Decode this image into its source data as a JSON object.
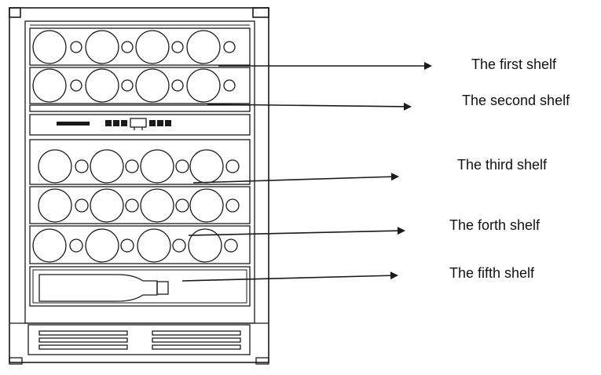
{
  "labels": {
    "first": "The first shelf",
    "second": "The second shelf",
    "third": "The third shelf",
    "fourth": "The forth shelf",
    "fifth": "The fifth shelf"
  },
  "colors": {
    "line": "#1a1a1a",
    "background": "#ffffff"
  }
}
